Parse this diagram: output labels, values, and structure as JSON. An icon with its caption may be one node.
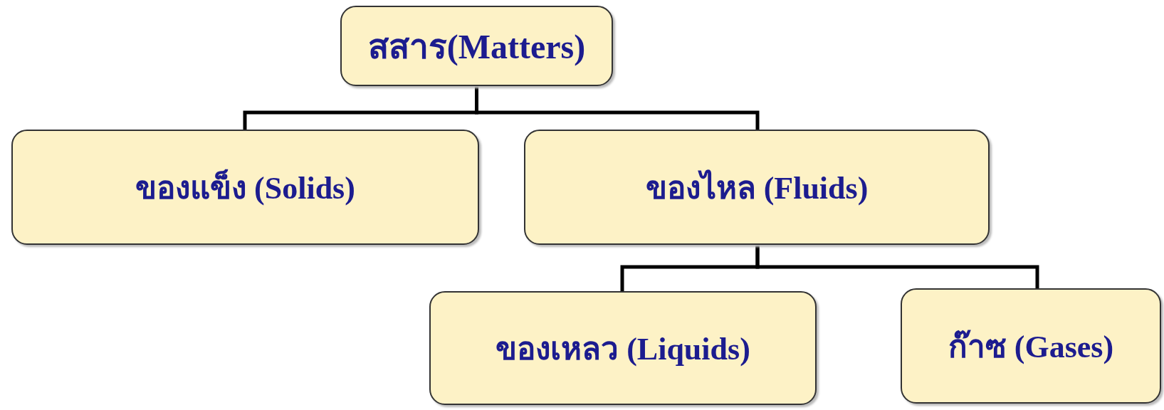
{
  "diagram": {
    "nodes": [
      {
        "text": [
          "สสาร(Matters)"
        ]
      },
      {
        "text": [
          "ของแข็ง (Solids)"
        ]
      },
      {
        "text": [
          "ของไหล (Fluids)"
        ]
      },
      {
        "text": [
          "ของเหลว (Liquids)"
        ]
      },
      {
        "text": [
          "ก๊าซ (Gases)"
        ]
      }
    ],
    "edges": [
      {
        "from": 0,
        "to": 1,
        "arrow": "none"
      },
      {
        "from": 0,
        "to": 2,
        "arrow": "none"
      },
      {
        "from": 2,
        "to": 3,
        "arrow": "none"
      },
      {
        "from": 2,
        "to": 4,
        "arrow": "none"
      }
    ]
  }
}
